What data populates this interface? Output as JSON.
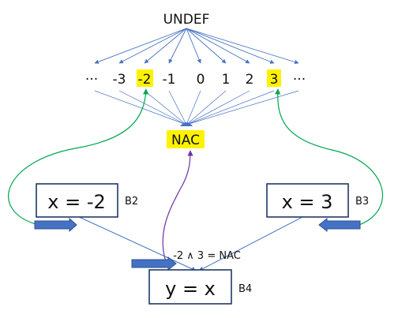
{
  "lattice": {
    "top_label": "UNDEF",
    "values": [
      "···",
      "-3",
      "-2",
      "-1",
      "0",
      "1",
      "2",
      "3",
      "···"
    ],
    "highlighted_values": [
      "-2",
      "3"
    ],
    "bottom_label": "NAC"
  },
  "blocks": {
    "b2": {
      "statement": "x = -2",
      "name": "B2"
    },
    "b3": {
      "statement": "x = 3",
      "name": "B3"
    },
    "b4": {
      "statement": "y = x",
      "name": "B4"
    }
  },
  "meet_label": "-2 ∧ 3 = NAC",
  "colors": {
    "lattice_edge": "#4472C4",
    "highlight": "#FFF200",
    "green_arrow": "#00A651",
    "purple_arrow": "#7030A0",
    "block_arrow": "#4472C4"
  }
}
